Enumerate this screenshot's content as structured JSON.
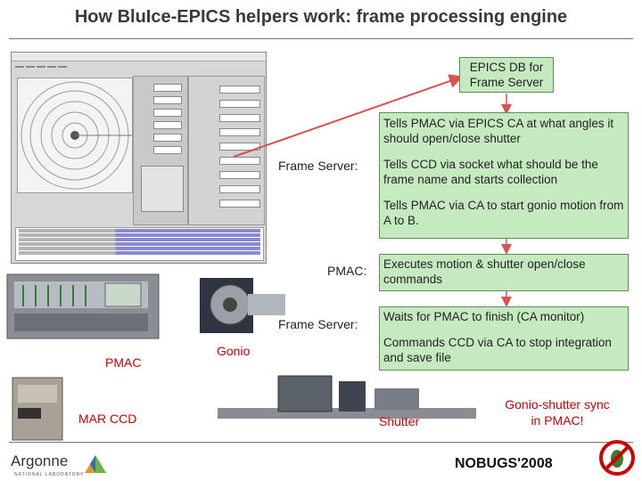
{
  "title": "How BluIce-EPICS helpers work: frame processing engine",
  "boxes": {
    "epics_db": "EPICS DB for Frame Server",
    "tells_pmac_shutter": "Tells PMAC via EPICS CA at what angles it should open/close shutter",
    "tells_ccd": "Tells CCD via socket what should be the frame name and starts collection",
    "tells_pmac_gonio": "Tells PMAC via CA to start gonio motion from A to B.",
    "executes_motion": "Executes motion & shutter open/close commands",
    "waits_pmac": "Waits for PMAC to finish (CA monitor)",
    "commands_ccd": "Commands CCD via CA to stop integration and save file"
  },
  "labels": {
    "frame_server_1": "Frame Server:",
    "pmac_step": "PMAC:",
    "frame_server_2": "Frame Server:",
    "pmac_photo": "PMAC",
    "gonio_photo": "Gonio",
    "mar_ccd_photo": "MAR CCD",
    "shutter_photo": "Shutter",
    "gonio_shutter_sync": "Gonio-shutter sync in PMAC!"
  },
  "footer": {
    "logo_text": "Argonne",
    "logo_subtext": "NATIONAL LABORATORY",
    "event": "NOBUGS'2008"
  },
  "colors": {
    "box_fill": "#c6eac0",
    "arrow": "#d9534f",
    "red_text": "#cc0000"
  }
}
